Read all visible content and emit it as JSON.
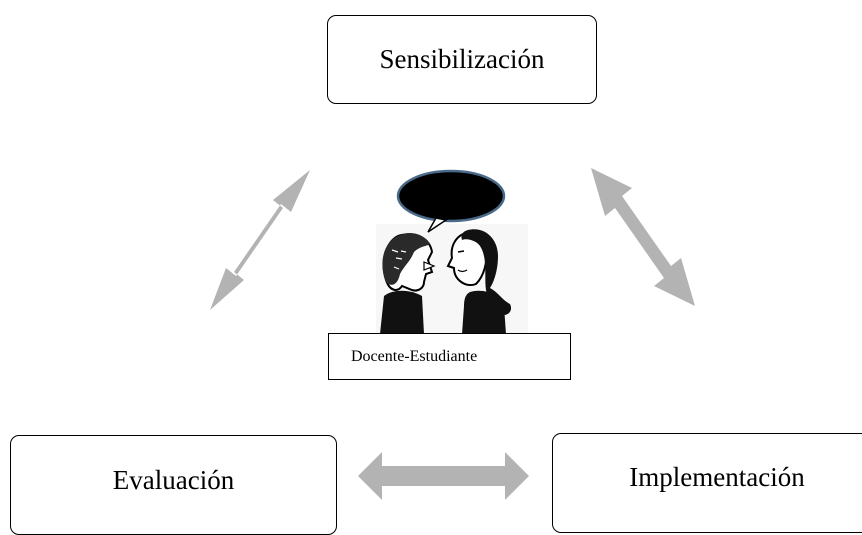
{
  "nodes": {
    "top": "Sensibilización",
    "bottom_left": "Evaluación",
    "bottom_right": "Implementación"
  },
  "center": {
    "label": "Docente-Estudiante",
    "illustration": "teacher-student-conversation-icon"
  },
  "colors": {
    "arrow": "#b3b3b3",
    "node_border": "#000000",
    "speech_bubble_fill": "#000000",
    "speech_bubble_border": "#4a6a8a"
  }
}
